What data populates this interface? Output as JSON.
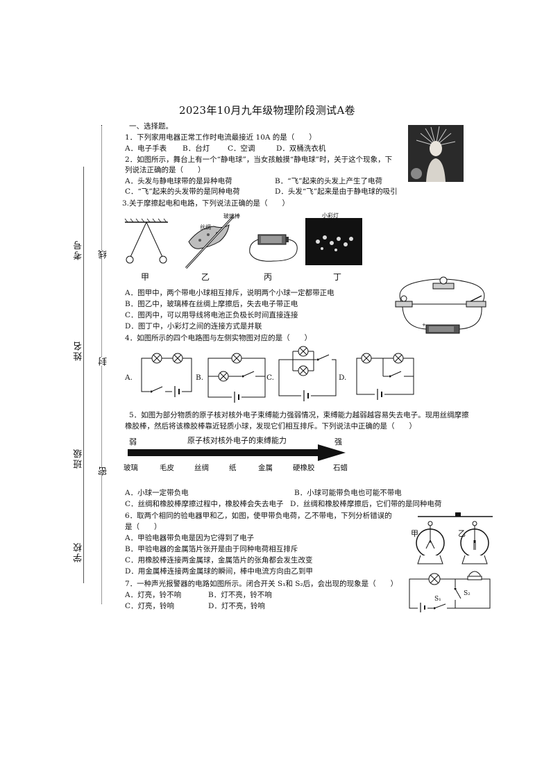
{
  "title": "2023年10月九年级物理阶段测试A卷",
  "side": {
    "exam_no": "考号",
    "name": "姓名",
    "class": "班级",
    "school": "学校",
    "mark_xian": "线",
    "mark_feng": "封",
    "mark_mi": "密"
  },
  "section1": "一、选择题。",
  "q1": {
    "stem": "1．下列家用电器正常工作时电流最接近 10A 的是（　　）",
    "options": [
      "A．电子手表",
      "B．台灯",
      "C．空调",
      "D．双桶洗衣机"
    ]
  },
  "q2": {
    "stem1": "2．如图所示，舞台上有一个“静电球”，当女孩触摸“静电球”时，关于这个现象，下",
    "stem2": "列说法正确的是（　　）",
    "options": [
      "A．头发与静电球带的是异种电荷",
      "B．“飞”起来的头发上产生了电荷",
      "C．“飞”起来的头发带的是同种电荷",
      "D．头发“飞”起来是由于静电球的吸引"
    ]
  },
  "q3": {
    "stem": "3.关于摩擦起电和电路，下列说法正确的是（　　）",
    "fig_labels": [
      "甲",
      "乙",
      "丙",
      "丁"
    ],
    "fig_text": {
      "silk": "丝绸",
      "rod": "玻璃棒",
      "lights": "小彩灯"
    },
    "options": [
      "A．图甲中，两个带电小球相互排斥，说明两个小球一定都带正电",
      "B．图乙中，玻璃棒在丝绸上摩擦后，失去电子带正电",
      "C．图丙中，可以用导线将电池正负极长时间直接连接",
      "D．图丁中，小彩灯之间的连接方式是并联"
    ]
  },
  "q4": {
    "stem": "4．如图所示的四个电路图与左侧实物图对应的是（　　）",
    "labels": [
      "A.",
      "B.",
      "C.",
      "D."
    ]
  },
  "q5": {
    "stem1": "5．如图为部分物质的原子核对核外电子束缚能力强弱情况，束缚能力越弱越容易失去电子。现用丝绸摩擦",
    "stem2": "橡胶棒，然后将该橡胶棒靠近轻质小球，发现它们相互排斥。下列说法中正确的是（　　）",
    "arrow_title": "原子核对核外电子的束缚能力",
    "weak": "弱",
    "strong": "强",
    "materials": [
      "玻璃",
      "毛皮",
      "丝绸",
      "纸",
      "金属",
      "硬橡胶",
      "石蜡"
    ],
    "options": [
      "A．小球一定带负电",
      "B．小球可能带负电也可能不带电",
      "C．丝绸和橡胶棒摩擦过程中，橡胶棒会失去电子",
      "D．丝绸和橡胶棒摩擦后，它们带的是同种电荷"
    ]
  },
  "q6": {
    "stem1": "6．取两个相同的验电器甲和乙，如图，使甲带负电荷，乙不带电，下列分析错误的",
    "stem2": "是（　　）",
    "fig_labels": [
      "甲",
      "乙"
    ],
    "options": [
      "A．甲验电器带负电是因为它得到了电子",
      "B．甲验电器的金属箔片张开是由于同种电荷相互排斥",
      "C．用橡胶棒连接两金属球，金属箔片的张角都会发生改变",
      "D．用金属棒连接两金属球的瞬间，棒中电流方向由乙到甲"
    ]
  },
  "q7": {
    "stem": "7．一种声光报警器的电路如图所示。闭合开关 S₁和 S₂后，会出现的现象是（　　）",
    "s1": "S₁",
    "s2": "S₂",
    "options": [
      "A．灯亮，铃不响",
      "B．灯不亮，铃不响",
      "C．灯亮，铃响",
      "D．灯不亮，铃响"
    ]
  }
}
